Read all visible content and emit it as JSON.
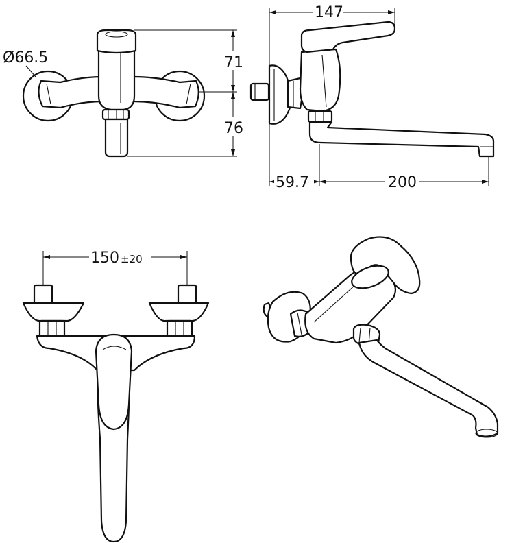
{
  "dimensions": {
    "rosette_diameter": "Ø66.5",
    "height_upper": "71",
    "height_lower": "76",
    "projection_total": "147",
    "wall_offset": "59.7",
    "spout_reach": "200",
    "centre_distance": "150",
    "centre_tolerance": "±20"
  }
}
